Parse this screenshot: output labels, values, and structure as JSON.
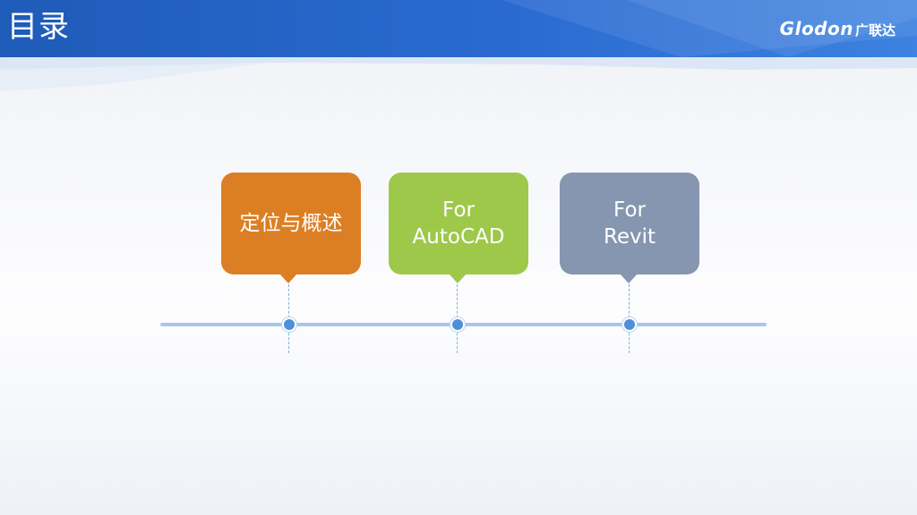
{
  "slide": {
    "title": "目录",
    "logo": {
      "wordmark": "Glodon",
      "chinese": "广联达"
    }
  },
  "timeline": {
    "items": [
      {
        "line1": "定位与概述",
        "line2": "",
        "color": "#dc7f24"
      },
      {
        "line1": "For",
        "line2": "AutoCAD",
        "color": "#9ec84a"
      },
      {
        "line1": "For",
        "line2": "Revit",
        "color": "#8696b0"
      }
    ],
    "line_color": "#a8c8ea",
    "dot_color": "#4f8fd6"
  },
  "colors": {
    "header_blue": "#2a6ad0"
  }
}
